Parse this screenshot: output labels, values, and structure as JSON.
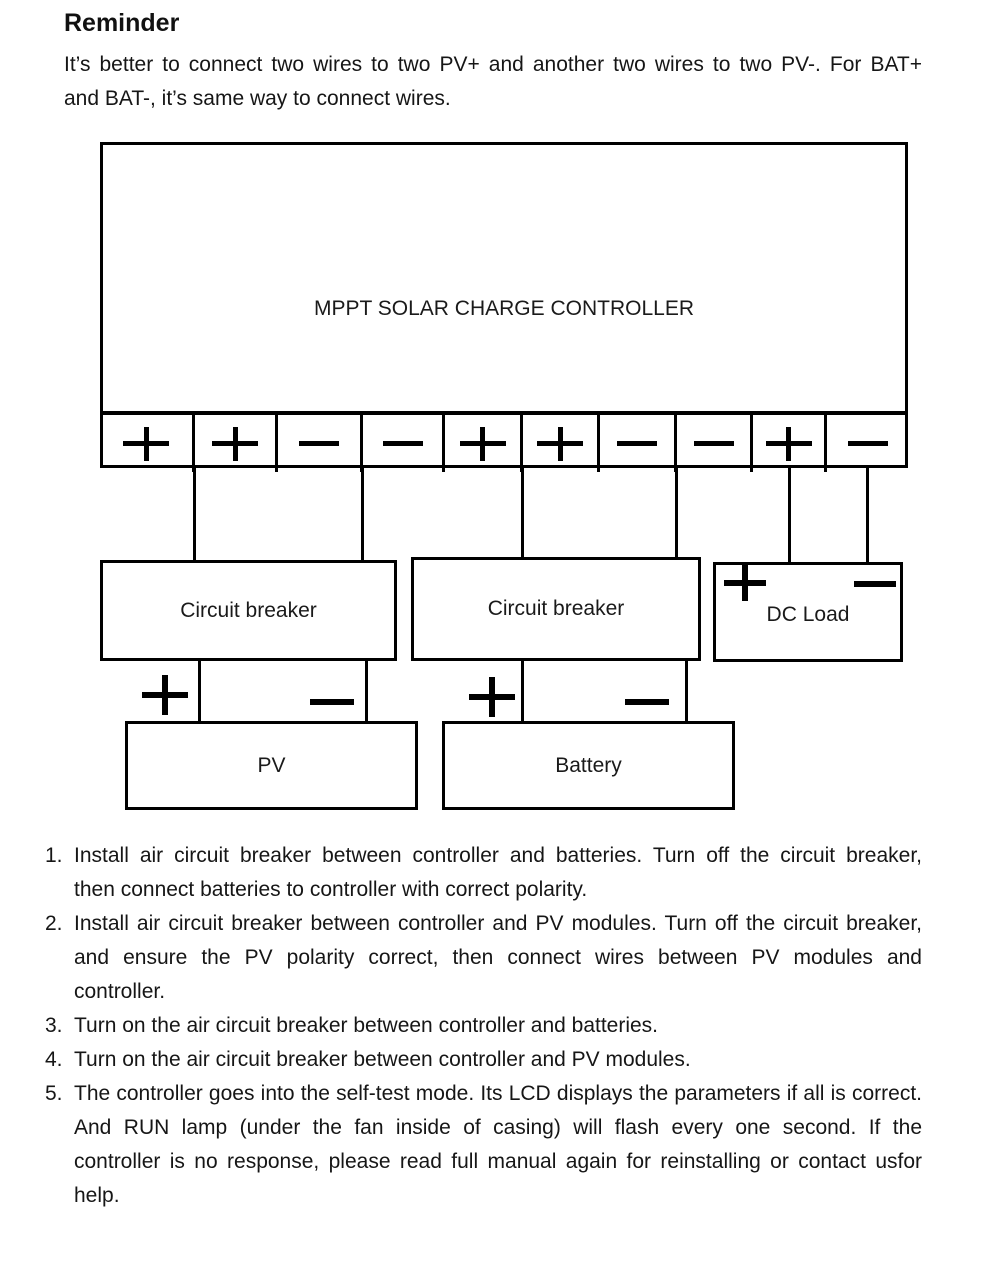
{
  "page": {
    "heading": "Reminder",
    "intro_lines": [
      "It’s better to connect two wires to two PV+ and another two wires to two PV-. For BAT+",
      "and BAT-, it’s same way to connect wires."
    ]
  },
  "diagram": {
    "controller_label": "MPPT SOLAR CHARGE CONTROLLER",
    "terminals": [
      "+",
      "+",
      "-",
      "-",
      "+",
      "+",
      "-",
      "-",
      "+",
      "-"
    ],
    "breaker_pv_label": "Circuit breaker",
    "breaker_battery_label": "Circuit breaker",
    "dc_load_label": "DC Load",
    "pv_label": "PV",
    "battery_label": "Battery",
    "polarity_markers": {
      "dc_load": [
        "+",
        "-"
      ],
      "pv": [
        "+",
        "-"
      ],
      "battery": [
        "+",
        "-"
      ]
    }
  },
  "instructions": {
    "items": [
      {
        "number": "1.",
        "lines": [
          "Install air circuit breaker between controller and batteries. Turn off the circuit breaker,",
          "then connect batteries to controller with correct polarity."
        ]
      },
      {
        "number": "2.",
        "lines": [
          "Install air circuit breaker between controller and PV modules. Turn off the circuit breaker,",
          "and ensure the PV polarity correct, then connect wires between PV modules and",
          "controller."
        ]
      },
      {
        "number": "3.",
        "lines": [
          "Turn on the air circuit breaker between controller and batteries."
        ]
      },
      {
        "number": "4.",
        "lines": [
          "Turn on the air circuit breaker between controller and PV modules."
        ]
      },
      {
        "number": "5.",
        "lines": [
          "The controller goes into the self-test mode. Its LCD displays the parameters if all is correct.",
          "And RUN lamp (under the fan inside of casing) will flash every one second. If the",
          "controller is no response, please read full manual again for reinstalling or contact usfor",
          "help."
        ]
      }
    ]
  },
  "colors": {
    "ink": "#161616",
    "line": "#000000",
    "background": "#ffffff"
  }
}
